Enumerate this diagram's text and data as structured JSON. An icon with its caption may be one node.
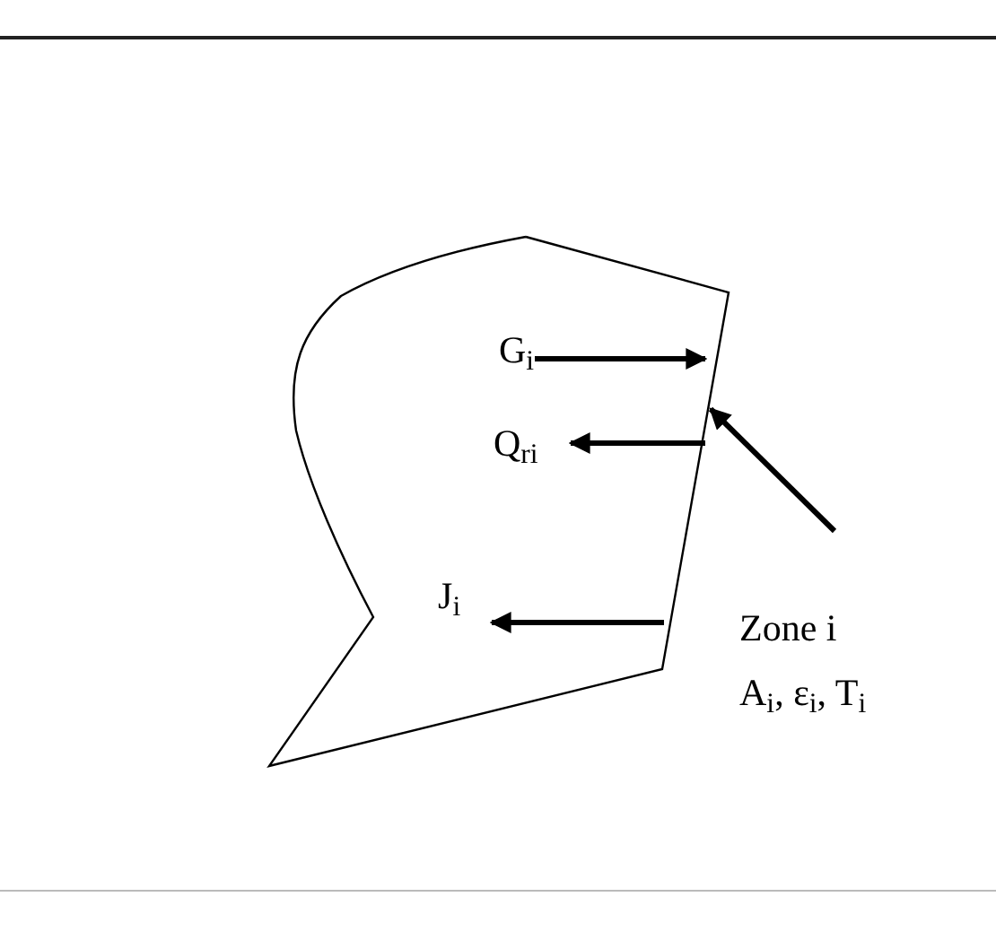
{
  "diagram": {
    "nodes": [
      {
        "text": [],
        "shape": "polygon"
      },
      {
        "text": [
          "G$_{i}$"
        ],
        "in": 0
      },
      {
        "text": [
          "Q$_{ri}$"
        ],
        "in": 0
      },
      {
        "text": [
          "J$_{i}$"
        ],
        "in": 0
      },
      {
        "text": [
          "Zone i",
          "A$_{i}$, ε$_{i}$, T$_{i}$"
        ]
      }
    ],
    "edges": [
      {
        "from": 1,
        "to": 0,
        "arrow": "to"
      },
      {
        "from": 0,
        "to": 2,
        "arrow": "to"
      },
      {
        "from": 0,
        "to": 3,
        "arrow": "to"
      },
      {
        "from": 4,
        "to": 0,
        "arrow": "to"
      }
    ]
  }
}
